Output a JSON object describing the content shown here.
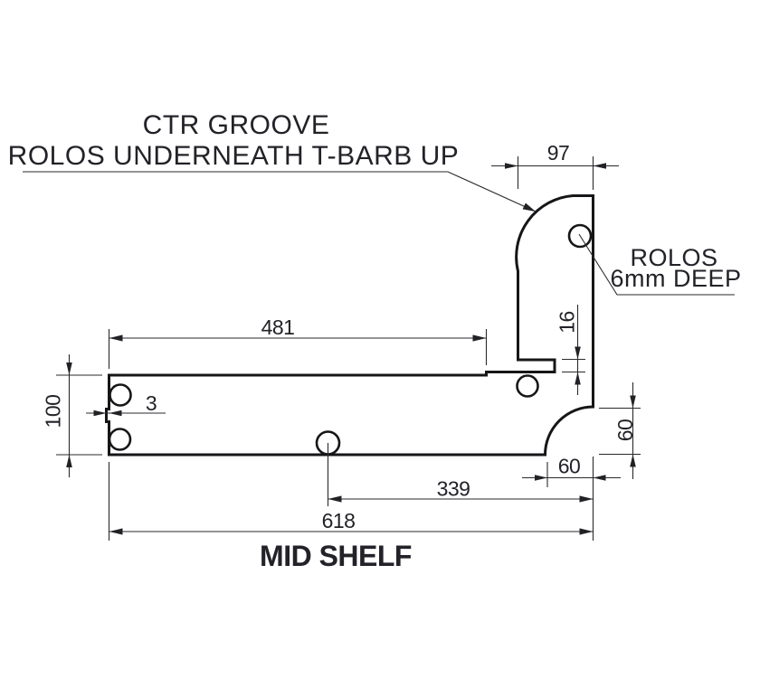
{
  "drawing": {
    "title": "MID SHELF",
    "notes": {
      "groove": {
        "line1": "CTR GROOVE",
        "line2": "ROLOS UNDERNEATH T-BARB UP"
      },
      "rolos": {
        "line1": "ROLOS",
        "line2": "6mm DEEP"
      }
    },
    "dimensions": {
      "panel_top_width": "97",
      "groove_length": "481",
      "tongue_thickness": "16",
      "shelf_height": "100",
      "barb_depth": "3",
      "corner_height": "60",
      "corner_width": "60",
      "hole_to_edge": "339",
      "overall_length": "618"
    },
    "colors": {
      "outline": "#161618",
      "dimension_lines": "#2a2a2c",
      "text": "#222228",
      "background": "#ffffff"
    }
  }
}
